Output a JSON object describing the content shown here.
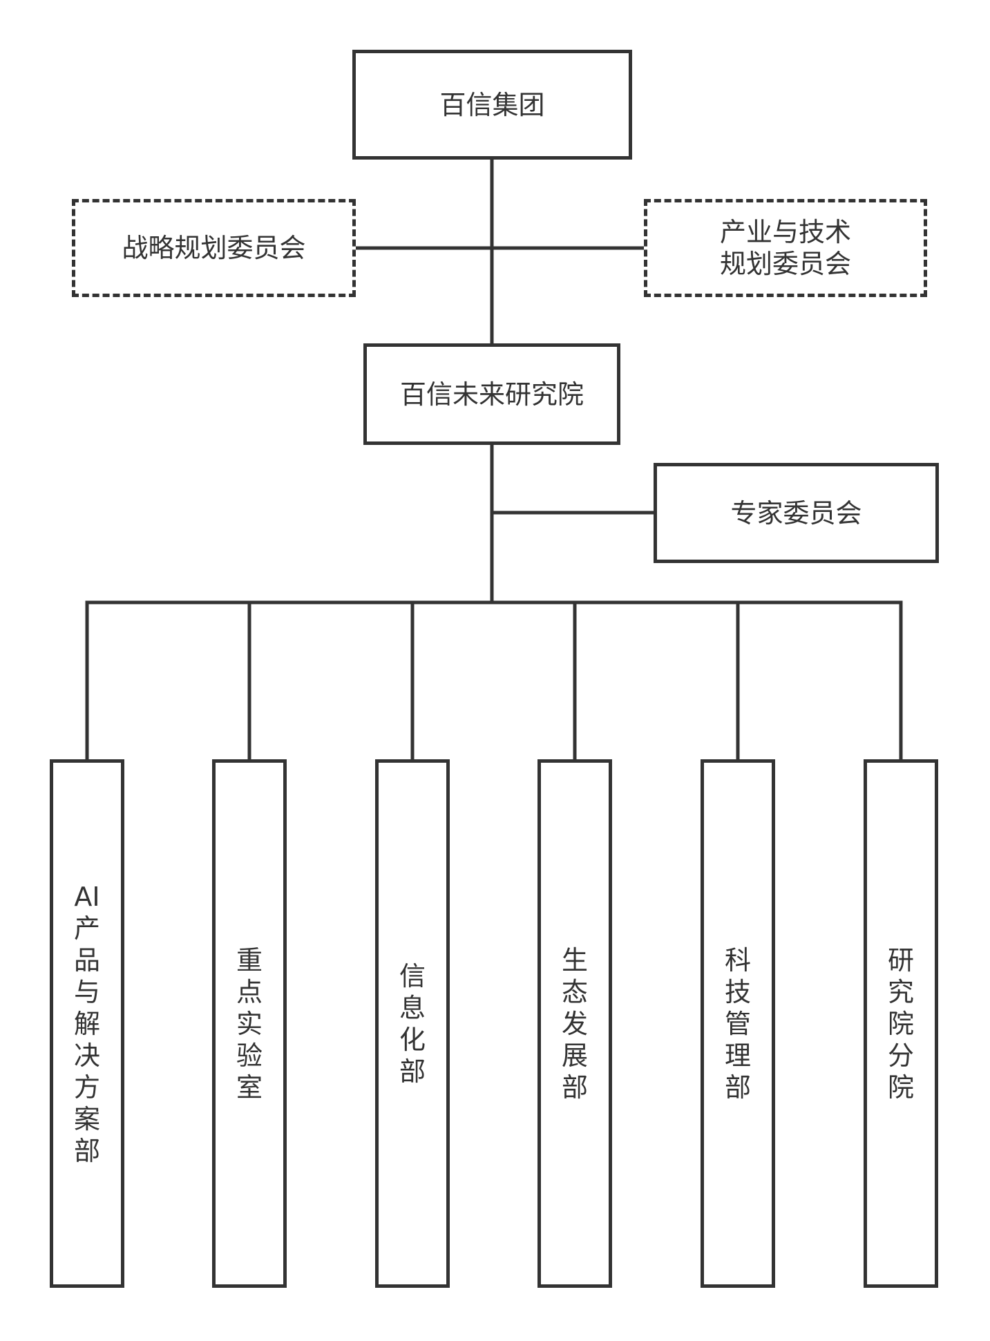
{
  "chart_data": {
    "type": "org-chart",
    "nodes": {
      "root": "百信集团",
      "committee_left": "战略规划委员会",
      "committee_right": "产业与技术\n规划委员会",
      "institute": "百信未来研究院",
      "expert_committee": "专家委员会",
      "departments": [
        "AI产品与解决方案部",
        "重点实验室",
        "信息化部",
        "生态发展部",
        "科技管理部",
        "研究院分院"
      ]
    },
    "relations": [
      {
        "from": "root",
        "to": "institute",
        "style": "solid"
      },
      {
        "from": "root",
        "to": "committee_left",
        "style": "dashed-box"
      },
      {
        "from": "root",
        "to": "committee_right",
        "style": "dashed-box"
      },
      {
        "from": "institute",
        "to": "expert_committee",
        "style": "solid"
      },
      {
        "from": "institute",
        "to": "departments",
        "style": "solid"
      }
    ]
  },
  "colors": {
    "line": "#333333",
    "box_border": "#333333",
    "background": "#ffffff"
  }
}
